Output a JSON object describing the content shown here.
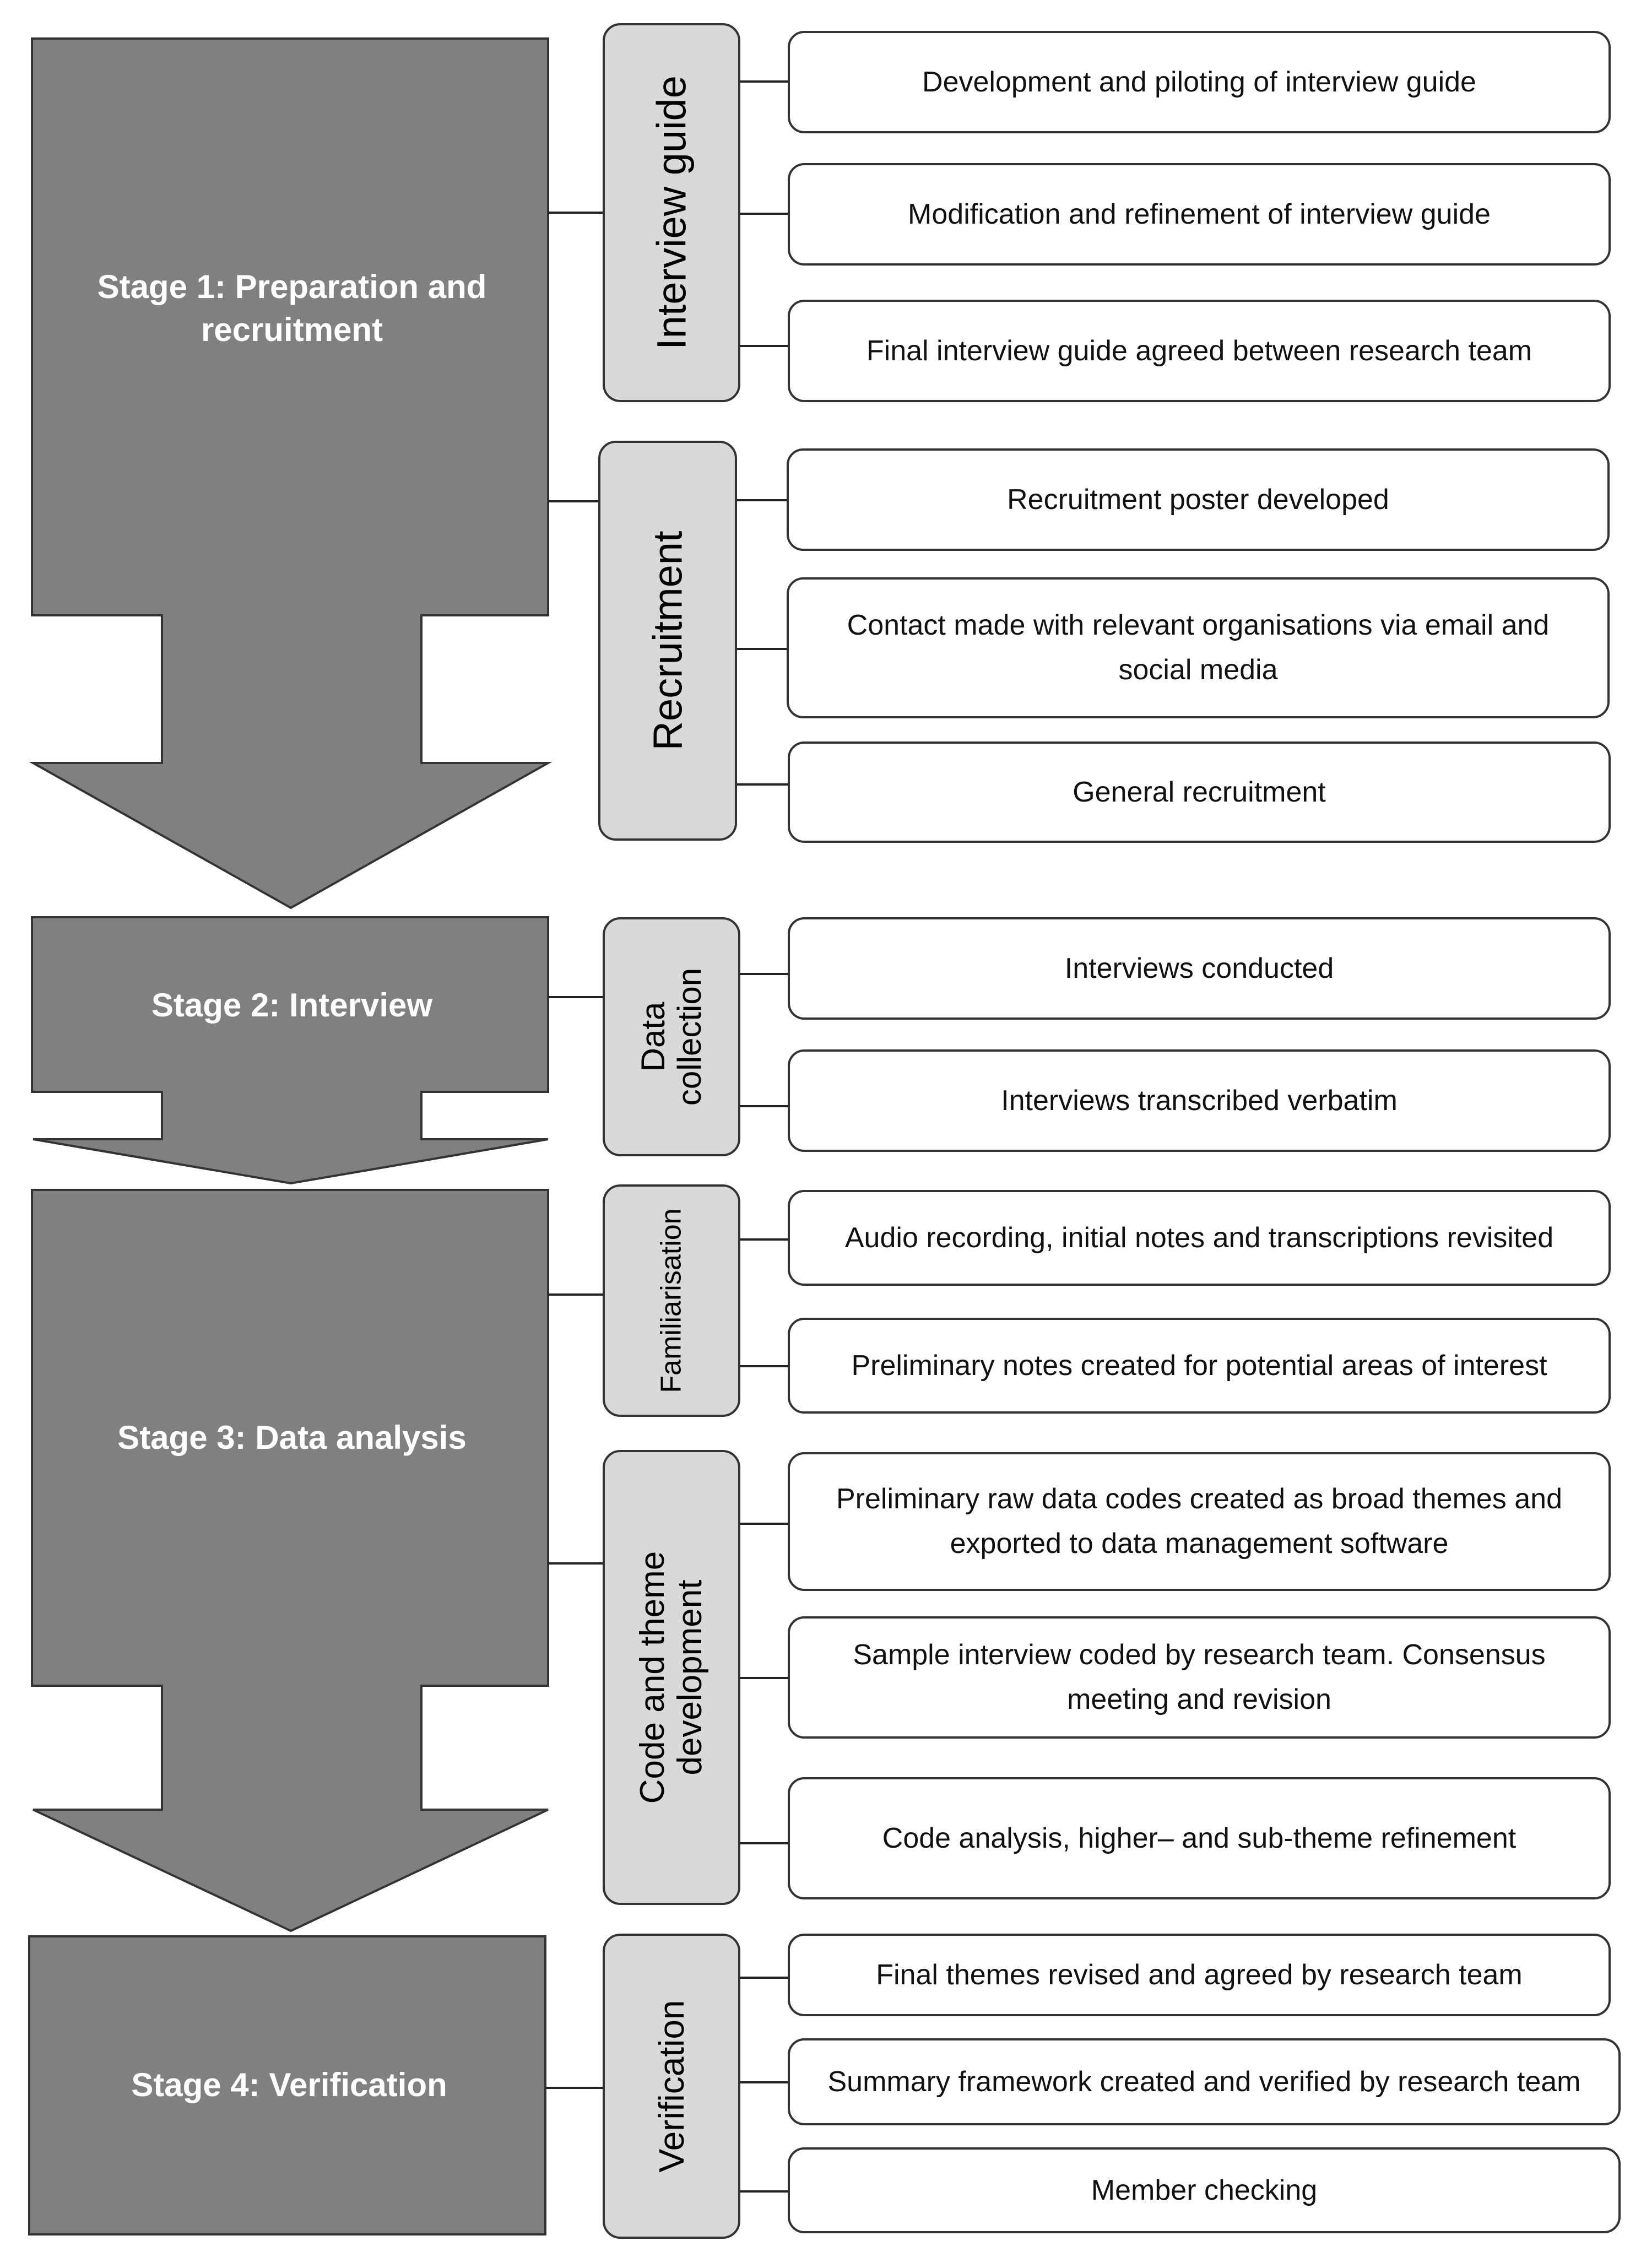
{
  "colors": {
    "stage_fill": "#808080",
    "stage_stroke": "#333333",
    "category_fill": "#d9d9d9",
    "step_fill": "#ffffff",
    "line": "#222222"
  },
  "stages": [
    {
      "label": "Stage 1: Preparation and recruitment"
    },
    {
      "label": "Stage 2: Interview"
    },
    {
      "label": "Stage 3: Data analysis"
    },
    {
      "label": "Stage 4: Verification"
    }
  ],
  "categories": [
    {
      "label": "Interview guide",
      "steps": [
        "Development and piloting of interview guide",
        "Modification and refinement of interview guide",
        "Final interview guide agreed between research team"
      ]
    },
    {
      "label": "Recruitment",
      "steps": [
        "Recruitment poster developed",
        "Contact made with relevant organisations via email and social media",
        "General recruitment"
      ]
    },
    {
      "label": "Data collection",
      "steps": [
        "Interviews conducted",
        "Interviews transcribed verbatim"
      ]
    },
    {
      "label": "Familiarisation",
      "steps": [
        "Audio recording, initial notes and transcriptions revisited",
        "Preliminary notes created for potential areas of interest"
      ]
    },
    {
      "label": "Code and theme development",
      "steps": [
        "Preliminary raw data codes created as broad themes and exported to data management software",
        "Sample interview coded by research team. Consensus meeting and revision",
        "Code analysis, higher– and sub-theme refinement"
      ]
    },
    {
      "label": "Verification",
      "steps": [
        "Final themes revised and agreed by research team",
        "Summary framework created and verified by research team",
        "Member checking"
      ]
    }
  ]
}
